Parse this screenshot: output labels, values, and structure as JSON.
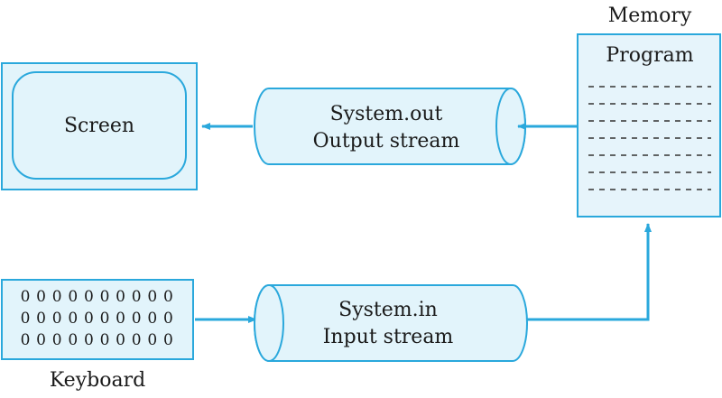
{
  "screen": {
    "label": "Screen"
  },
  "output_stream": {
    "line1": "System.out",
    "line2": "Output stream"
  },
  "input_stream": {
    "line1": "System.in",
    "line2": "Input stream"
  },
  "memory": {
    "title": "Memory",
    "program_label": "Program"
  },
  "keyboard": {
    "label": "Keyboard",
    "key_glyph": "0",
    "rows": 3,
    "columns": 10
  },
  "colors": {
    "stroke": "#2aa8dc",
    "fill": "#e2f4fb",
    "program_fill": "#e6f4fb",
    "text": "#1a1a1a",
    "dash": "#333333"
  }
}
